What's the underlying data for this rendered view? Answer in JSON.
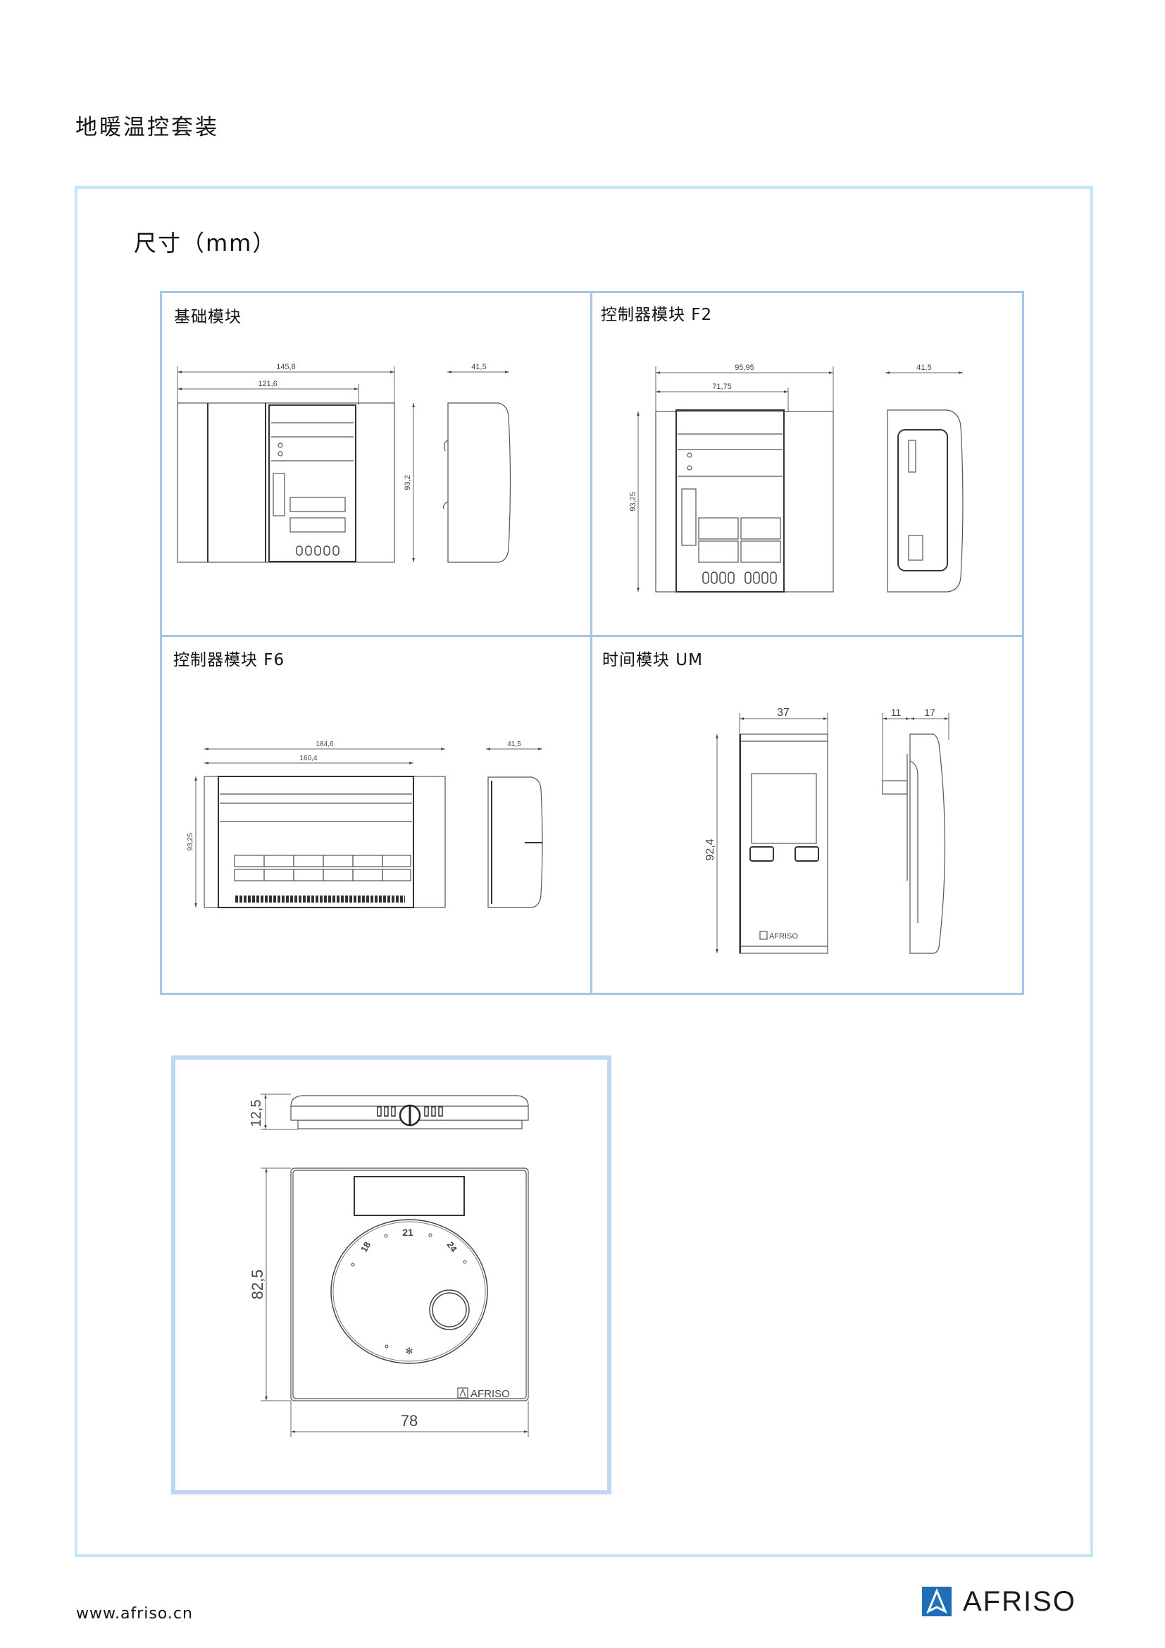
{
  "document": {
    "title": "地暖温控套装",
    "section_title": "尺寸（mm）"
  },
  "panels": [
    {
      "label": "基础模块",
      "dims": {
        "width_total": "145,8",
        "width_inner": "121,6",
        "height": "93,2",
        "depth": "41,5"
      }
    },
    {
      "label": "控制器模块  F2",
      "dims": {
        "width_total": "95,95",
        "width_inner": "71,75",
        "height": "93,25",
        "depth": "41,5"
      }
    },
    {
      "label": "控制器模块  F6",
      "dims": {
        "width_total": "184,6",
        "width_inner": "160,4",
        "height": "93,25",
        "depth": "41,5"
      }
    },
    {
      "label": "时间模块 UM",
      "dims": {
        "width": "37",
        "height": "92,4",
        "depth_mount": "11",
        "depth_body": "17"
      },
      "device_logo": "AFRISO"
    }
  ],
  "thermostat": {
    "dims": {
      "depth": "12,5",
      "height": "82,5",
      "width": "78"
    },
    "dial_labels": [
      "18",
      "21",
      "24"
    ],
    "device_logo": "AFRISO"
  },
  "footer": {
    "url": "www.afriso.cn",
    "logo_text": "AFRISO",
    "logo_color": "#1f6fb6"
  }
}
